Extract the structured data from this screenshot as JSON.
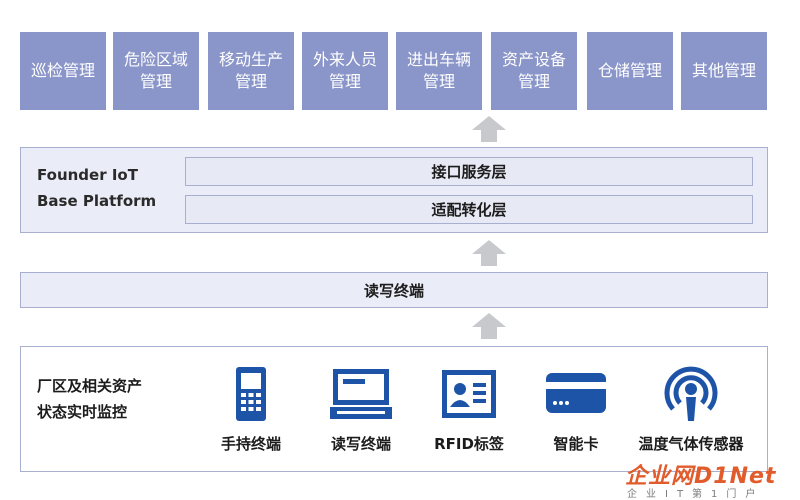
{
  "modules": [
    {
      "label": "巡检管理"
    },
    {
      "label": "危险区域\n管理"
    },
    {
      "label": "移动生产\n管理"
    },
    {
      "label": "外来人员\n管理"
    },
    {
      "label": "进出车辆\n管理"
    },
    {
      "label": "资产设备\n管理"
    },
    {
      "label": "仓储管理"
    },
    {
      "label": "其他管理"
    }
  ],
  "platform": {
    "name": "Founder IoT\nBase Platform",
    "layer_top": "接口服务层",
    "layer_bottom": "适配转化层"
  },
  "reader_bar": {
    "label": "读写终端"
  },
  "bottom": {
    "label": "厂区及相关资产\n状态实时监控",
    "devices": [
      {
        "label": "手持终端",
        "icon": "handheld-terminal-icon"
      },
      {
        "label": "读写终端",
        "icon": "reader-terminal-icon"
      },
      {
        "label": "RFID标签",
        "icon": "rfid-tag-icon"
      },
      {
        "label": "智能卡",
        "icon": "smart-card-icon"
      },
      {
        "label": "温度气体传感器",
        "icon": "sensor-icon"
      }
    ]
  },
  "watermark": {
    "main": "企业网D1Net",
    "sub": "企业IT第1门户"
  },
  "colors": {
    "module_fill": "#8a95c9",
    "panel_fill": "#eaecf7",
    "panel_border": "#a9b0cf",
    "icon_blue": "#1e54a8",
    "arrow_gray": "#c8c9cc"
  }
}
